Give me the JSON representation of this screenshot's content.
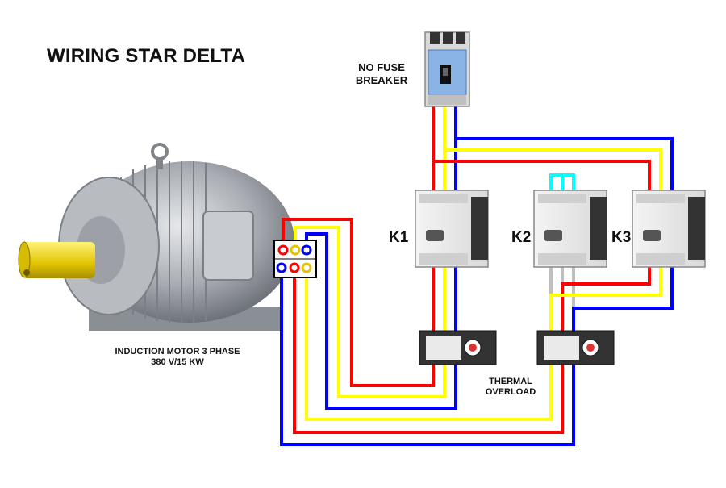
{
  "title": "WIRING STAR DELTA",
  "breaker": {
    "label_line1": "NO FUSE",
    "label_line2": "BREAKER"
  },
  "motor": {
    "label_line1": "INDUCTION MOTOR 3 PHASE",
    "label_line2": "380 V/15 KW"
  },
  "overload": {
    "label_line1": "THERMAL",
    "label_line2": "OVERLOAD"
  },
  "contactors": {
    "k1": "K1",
    "k2": "K2",
    "k3": "K3"
  },
  "colors": {
    "red": "#ff0000",
    "yellow": "#ffff00",
    "blue": "#0000ff",
    "cyan": "#00ffff",
    "gray": "#bfbfbf"
  }
}
